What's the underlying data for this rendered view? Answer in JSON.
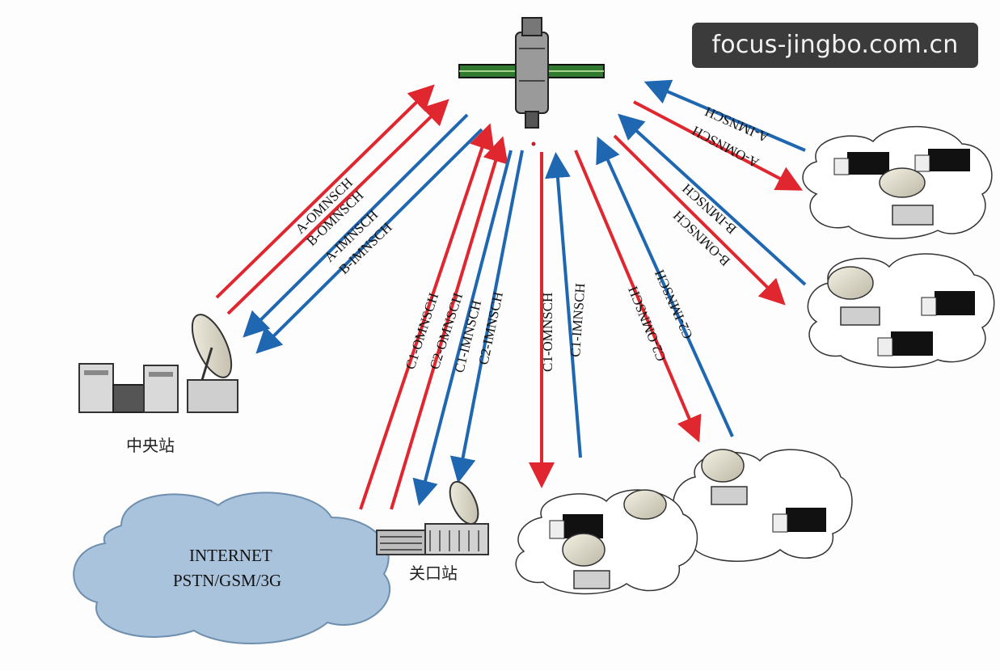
{
  "watermark": "focus-jingbo.com.cn",
  "colors": {
    "red": "#e0262e",
    "blue": "#1f67b0",
    "cloud_blue": "#a9c3dd"
  },
  "sites": {
    "central": "中央站",
    "gateway": "关口站"
  },
  "cloud": {
    "line1": "INTERNET",
    "line2": "PSTN/GSM/3G"
  },
  "links": {
    "central": [
      "A-OMNSCH",
      "B-OMNSCH",
      "A-IMNSCH",
      "B-IMNSCH"
    ],
    "gateway": [
      "C1-OMNSCH",
      "C2-OMNSCH",
      "C1-IMNSCH",
      "C2-IMNSCH"
    ],
    "group_c1": [
      "C1-OMNSCH",
      "C1-IMNSCH"
    ],
    "group_c2": [
      "C2-OMNSCH",
      "C2-IMNSCH"
    ],
    "group_a": [
      "A-IMNSCH",
      "A-OMNSCH"
    ],
    "group_b": [
      "B-IMNSCH",
      "B-OMNSCH"
    ]
  }
}
